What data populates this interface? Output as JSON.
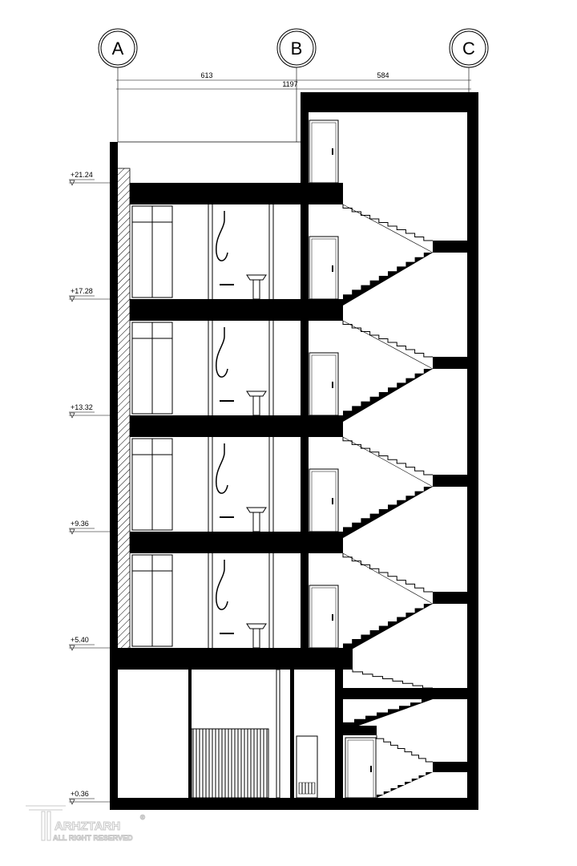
{
  "grid_axes": [
    "A",
    "B",
    "C"
  ],
  "dimensions": {
    "span_ab": "613",
    "span_bc": "584",
    "total": "1197"
  },
  "levels": [
    "+21.24",
    "+17.28",
    "+13.32",
    "+9.36",
    "+5.40",
    "+0.36"
  ],
  "watermark": {
    "brand": "ARHZTARH",
    "tagline": "ALL RIGHT RESERVED",
    "mark": "®"
  },
  "colors": {
    "ink": "#000000",
    "watermark": "#c8c8c8"
  }
}
